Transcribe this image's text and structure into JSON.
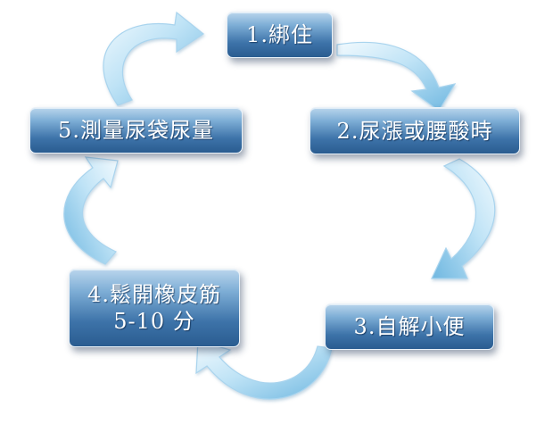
{
  "diagram": {
    "colors": {
      "box_top": "#b9d5ec",
      "box_bottom": "#2a5c90",
      "box_text": "#ffffff",
      "arrow_light": "#e6f4fc",
      "arrow_dark": "#6fb7e0"
    },
    "steps": [
      {
        "lines": [
          "1.綁住"
        ]
      },
      {
        "lines": [
          "2.尿漲或腰酸時"
        ]
      },
      {
        "lines": [
          "3.自解小便"
        ]
      },
      {
        "lines": [
          "4.鬆開橡皮筋",
          "5-10 分"
        ]
      },
      {
        "lines": [
          "5.測量尿袋尿量"
        ]
      }
    ]
  }
}
